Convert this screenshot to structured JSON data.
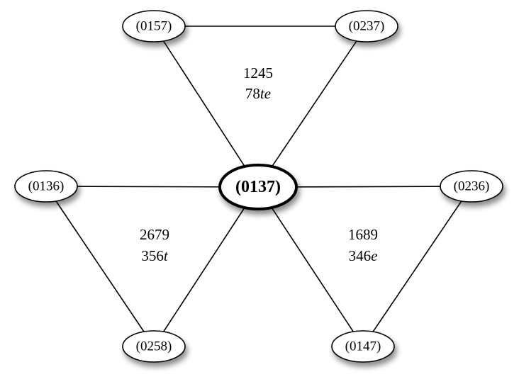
{
  "nodes": {
    "n0157": "(0157)",
    "n0237": "(0237)",
    "n0136": "(0136)",
    "n0137": "(0137)",
    "n0236": "(0236)",
    "n0258": "(0258)",
    "n0147": "(0147)"
  },
  "faces": {
    "top": {
      "line1": "1245",
      "line2_digits": "78",
      "line2_italic": "te"
    },
    "left": {
      "line1": "2679",
      "line2_digits": "356",
      "line2_italic": "t"
    },
    "right": {
      "line1": "1689",
      "line2_digits": "346",
      "line2_italic": "e"
    }
  }
}
